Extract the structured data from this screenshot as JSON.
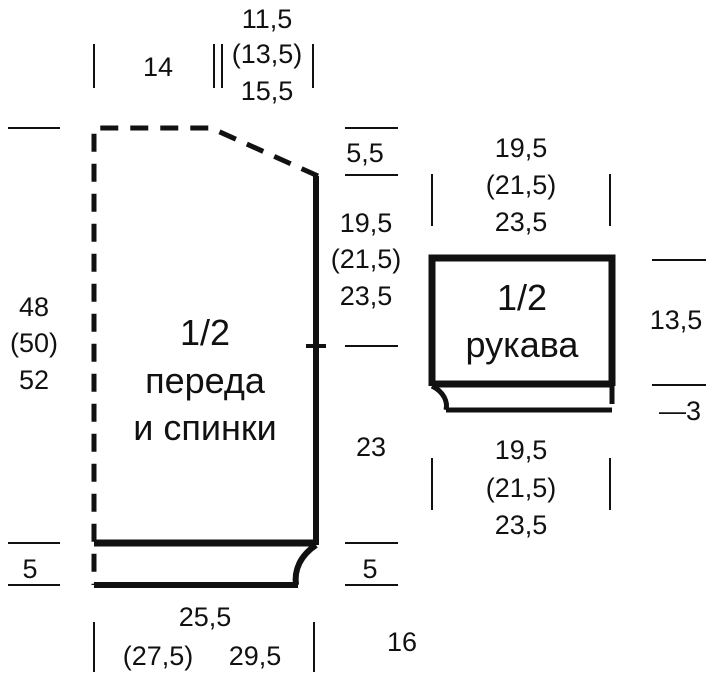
{
  "body_piece": {
    "title_line1": "1/2",
    "title_line2": "переда",
    "title_line3": "и спинки",
    "top_left_width": "14",
    "neck_width_1": "11,5",
    "neck_width_2": "(13,5)",
    "neck_width_3": "15,5",
    "height_1": "48",
    "height_2": "(50)",
    "height_3": "52",
    "shoulder_drop": "5,5",
    "armhole_1": "19,5",
    "armhole_2": "(21,5)",
    "armhole_3": "23,5",
    "side_length": "23",
    "rib_left": "5",
    "rib_right": "5",
    "bottom_width_1": "25,5",
    "bottom_width_2": "(27,5)",
    "bottom_width_3": "29,5",
    "bottom_extra": "16"
  },
  "sleeve_piece": {
    "title_line1": "1/2",
    "title_line2": "рукава",
    "top_width_1": "19,5",
    "top_width_2": "(21,5)",
    "top_width_3": "23,5",
    "height": "13,5",
    "cuff": "—3",
    "bottom_width_1": "19,5",
    "bottom_width_2": "(21,5)",
    "bottom_width_3": "23,5"
  }
}
